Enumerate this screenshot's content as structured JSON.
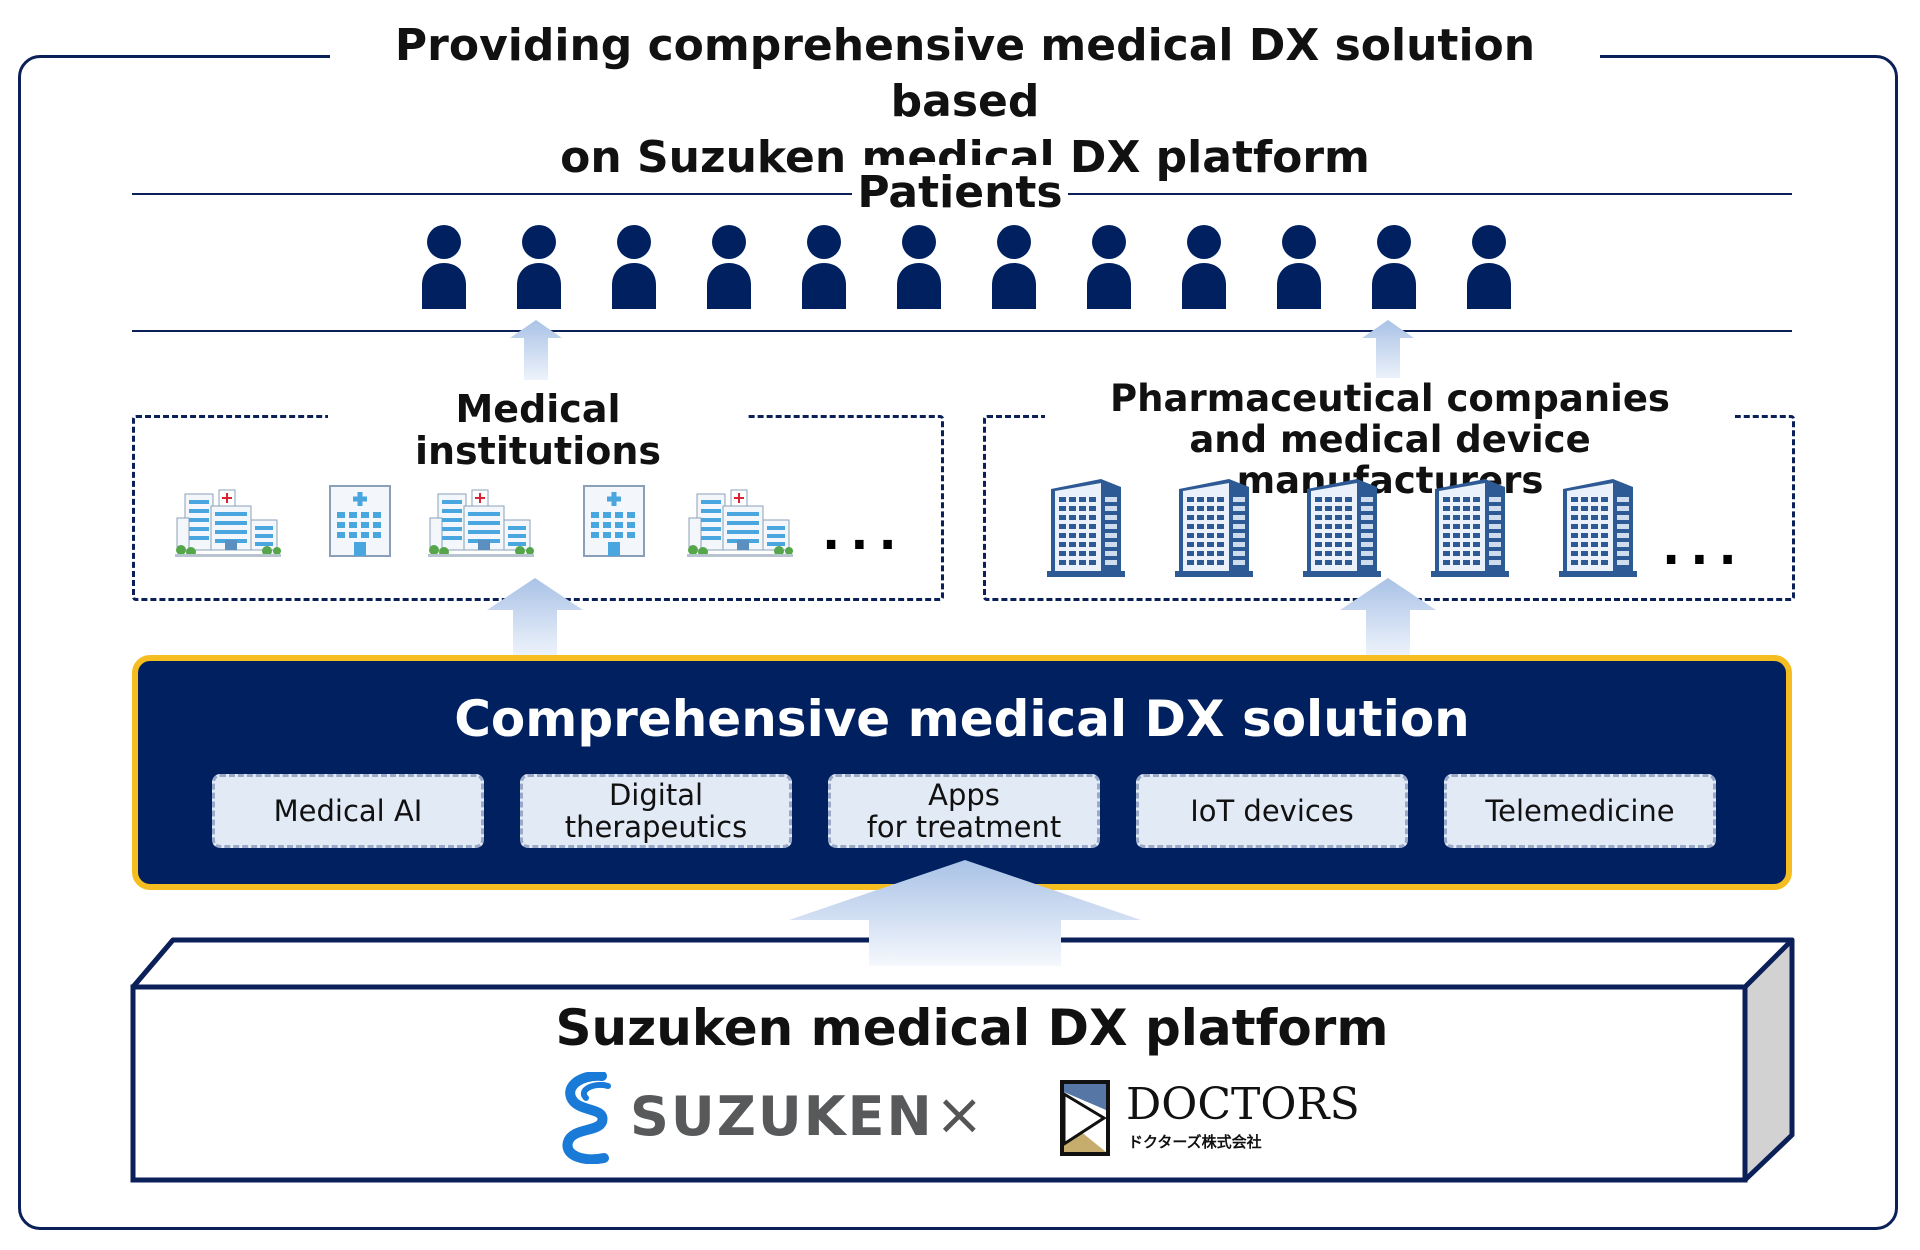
{
  "title": {
    "line1": "Providing comprehensive medical DX solution based",
    "line2": "on Suzuken medical DX platform"
  },
  "patients": {
    "label": "Patients",
    "count": 12
  },
  "medical_institutions": {
    "label": "Medical institutions",
    "ellipsis": "..."
  },
  "pharma": {
    "label_line1": "Pharmaceutical companies",
    "label_line2": "and medical device manufacturers",
    "ellipsis": "..."
  },
  "solution": {
    "title": "Comprehensive medical DX solution",
    "items": [
      {
        "line1": "Medical AI",
        "line2": ""
      },
      {
        "line1": "Digital",
        "line2": "therapeutics"
      },
      {
        "line1": "Apps",
        "line2": "for treatment"
      },
      {
        "line1": "IoT devices",
        "line2": ""
      },
      {
        "line1": "Telemedicine",
        "line2": ""
      }
    ]
  },
  "platform": {
    "title": "Suzuken medical DX platform",
    "times": "×",
    "logo_suzuken": "SUZUKEN",
    "logo_doctors": "DOCTORS",
    "logo_doctors_sub": "ドクターズ株式会社"
  },
  "colors": {
    "navy": "#002060",
    "frame": "#0b1f58",
    "gold": "#f5bd1f",
    "item_bg": "#e2eaf6",
    "arrow": "#bcd0ec",
    "building": "#2d5a94",
    "hospital": "#4aa6df"
  }
}
